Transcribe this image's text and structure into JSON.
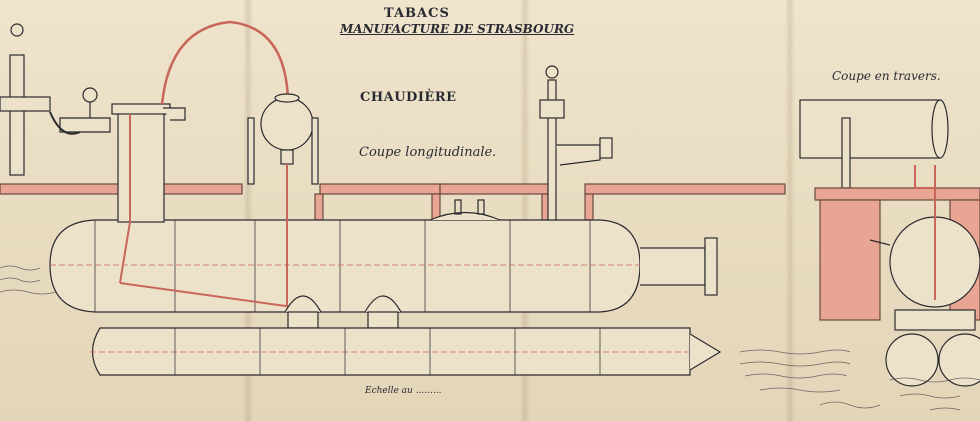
{
  "drawing": {
    "title_line1": "TABACS",
    "title_line2": "MANUFACTURE DE STRASBOURG",
    "main_label": "CHAUDIÈRE",
    "longitudinal_section_label": "Coupe longitudinale.",
    "cross_section_label": "Coupe en travers.",
    "scale_note": "Echelle au ........."
  },
  "colors": {
    "paper": "#e9ddc4",
    "ink": "#2b2a2e",
    "brick_pink": "#e8a593",
    "copper_pipe": "#c8665a"
  }
}
